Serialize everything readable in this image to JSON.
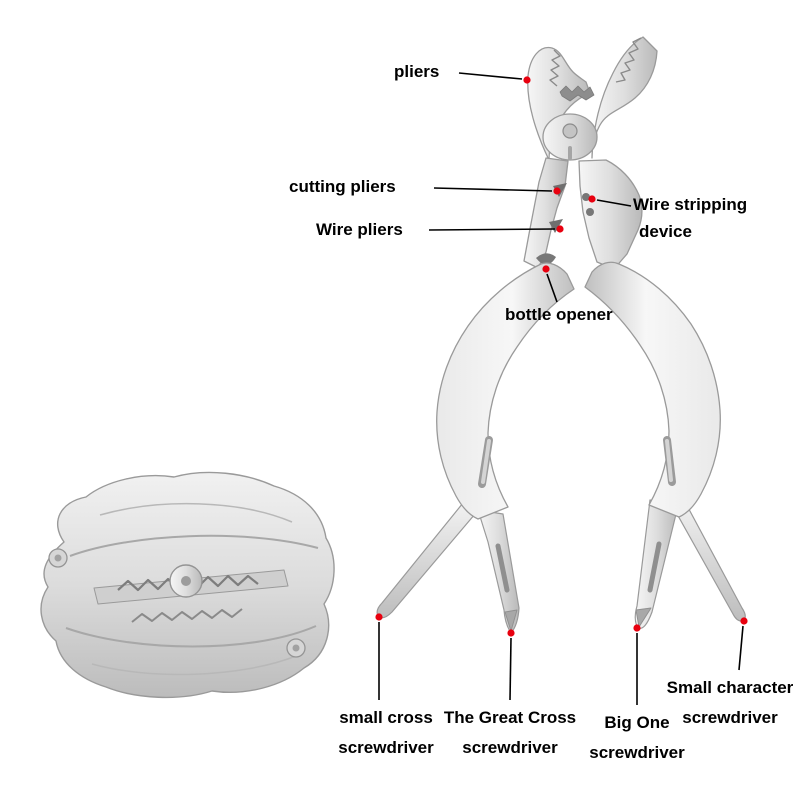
{
  "meta": {
    "image_kind": "annotated product diagram of a folding multi-tool pliers"
  },
  "colors": {
    "background": "#ffffff",
    "callout_dot": "#e8000f",
    "callout_line": "#000000",
    "metal_light": "#f5f5f5",
    "metal_mid": "#c9c9c9",
    "metal_dark": "#9a9a9a"
  },
  "illustration": {
    "open_tool": "multi-tool pliers shown open",
    "folded_tool": "multi-tool pliers shown folded"
  },
  "callouts": {
    "pliers": {
      "text": "pliers"
    },
    "cutting_pliers": {
      "text": "cutting pliers"
    },
    "wire_stripping": {
      "line1": "Wire stripping",
      "line2": "device"
    },
    "wire_pliers": {
      "text": "Wire pliers"
    },
    "bottle_opener": {
      "text": "bottle opener"
    },
    "small_cross": {
      "line1": "small cross",
      "line2": "screwdriver"
    },
    "great_cross": {
      "line1": "The Great Cross",
      "line2": "screwdriver"
    },
    "big_one": {
      "line1": "Big One",
      "line2": "screwdriver"
    },
    "small_character": {
      "line1": "Small character",
      "line2": "screwdriver"
    }
  }
}
